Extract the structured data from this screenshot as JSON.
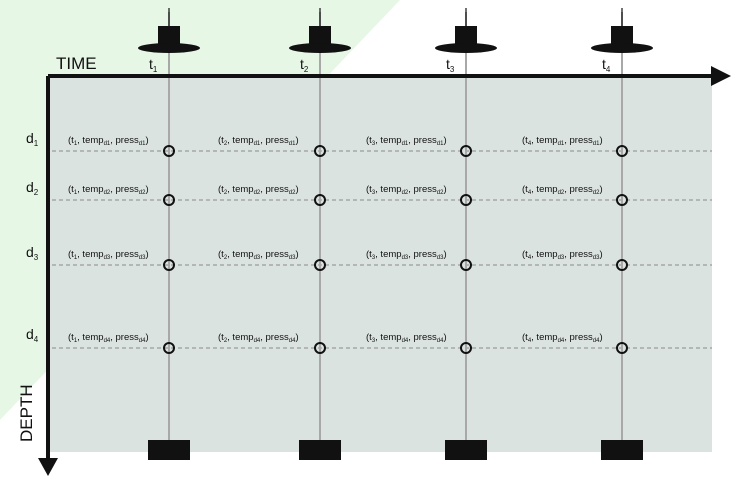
{
  "axes": {
    "time_label": "TIME",
    "depth_label": "DEPTH"
  },
  "times": [
    {
      "main": "t",
      "sub": "1"
    },
    {
      "main": "t",
      "sub": "2"
    },
    {
      "main": "t",
      "sub": "3"
    },
    {
      "main": "t",
      "sub": "4"
    }
  ],
  "depths": [
    {
      "main": "d",
      "sub": "1"
    },
    {
      "main": "d",
      "sub": "2"
    },
    {
      "main": "d",
      "sub": "3"
    },
    {
      "main": "d",
      "sub": "4"
    }
  ],
  "measurement": {
    "open": "(",
    "time_prefix": "t",
    "sep": ", ",
    "temp_prefix": "temp",
    "press_prefix": "press",
    "depth_prefix": "d",
    "close": ")"
  },
  "colors": {
    "background_panel": "#dbe3e1",
    "watermark": "#e6f7e6",
    "axis": "#111111",
    "instrument": "#111111",
    "mooring_line": "#a8a8a8",
    "depth_line": "#9a9a9a"
  },
  "icons": {
    "surface_buoy": "buoy-icon",
    "anchor": "anchor-weight-icon",
    "sensor": "sensor-circle-icon"
  }
}
